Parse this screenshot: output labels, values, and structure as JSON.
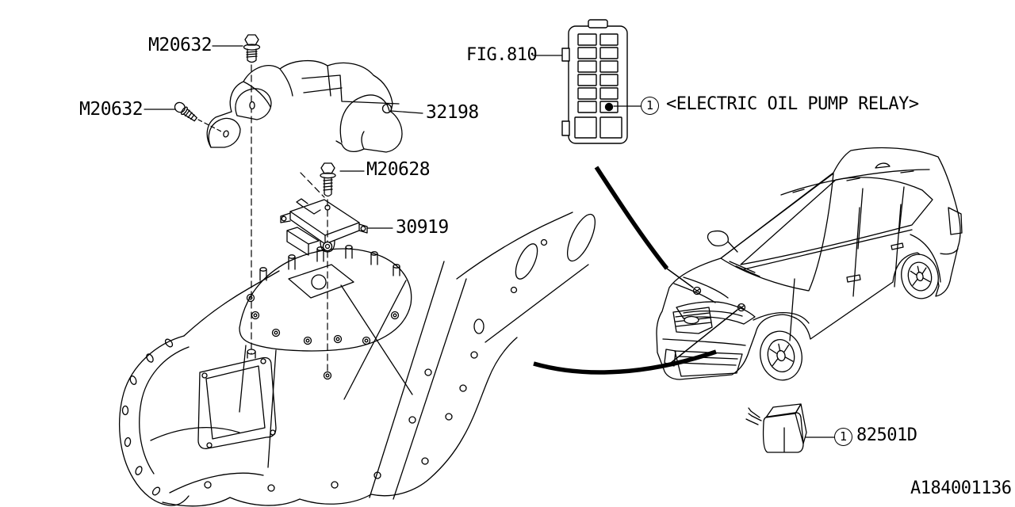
{
  "diagram": {
    "labels": {
      "m20632_top": "M20632",
      "m20632_left": "M20632",
      "heat_cover": "32198",
      "m20628": "M20628",
      "control_unit": "30919"
    },
    "figure_ref": "FIG.810",
    "callout": {
      "index": "1",
      "relay_note": "<ELECTRIC OIL PUMP RELAY>",
      "relay_part": "82501D"
    },
    "doc_number": "A184001136",
    "connector_grid": {
      "columns": 2,
      "small_rows": 6,
      "large_rows": 1,
      "marked_pin": "row6-right"
    },
    "line_color": "#000000",
    "background_color": "#ffffff"
  }
}
